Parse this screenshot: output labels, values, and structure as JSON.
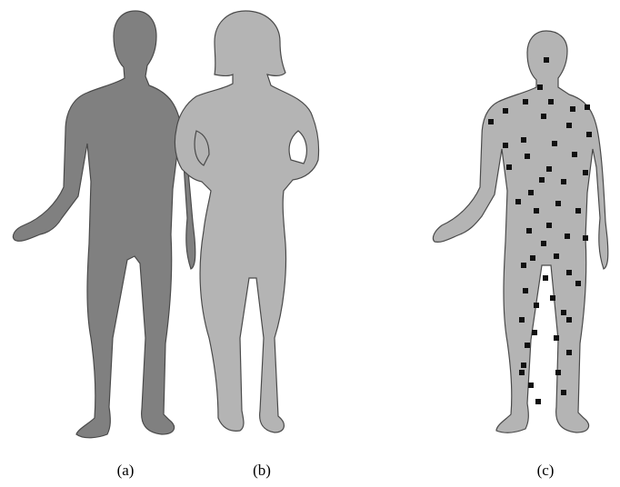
{
  "panels": [
    {
      "label": "(a)",
      "fill": "#808080"
    },
    {
      "label": "(b)",
      "fill": "#b4b4b4"
    },
    {
      "label": "(c)",
      "fill": "#b4b4b4"
    }
  ],
  "outline_color": "#4a4a4a",
  "marker_color": "#111111"
}
